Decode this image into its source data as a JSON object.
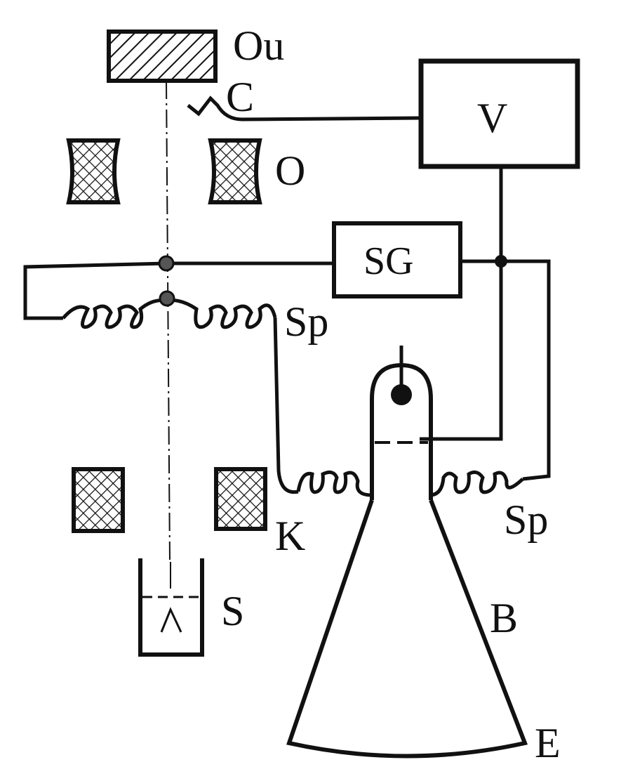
{
  "labels": {
    "ou": "Ou",
    "c": "C",
    "v": "V",
    "o": "O",
    "sg": "SG",
    "sp_top": "Sp",
    "k": "K",
    "sp_bottom": "Sp",
    "s": "S",
    "b": "B",
    "e": "E"
  },
  "colors": {
    "ink": "#111111",
    "background": "#ffffff"
  }
}
